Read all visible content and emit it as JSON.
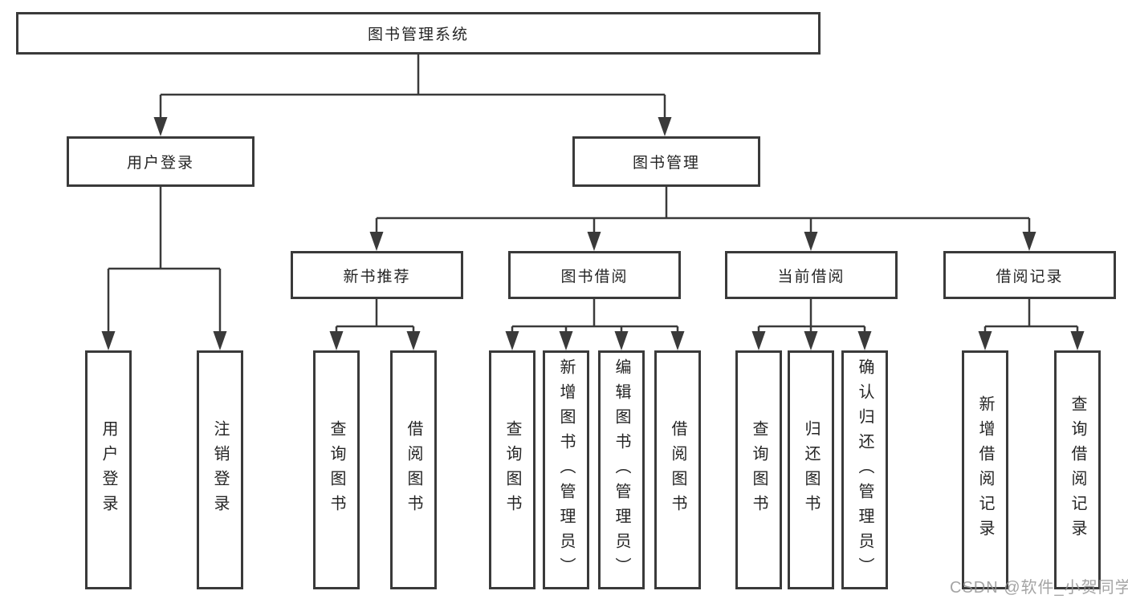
{
  "diagram_title": "图书管理系统",
  "tree": {
    "label": "图书管理系统",
    "children": [
      {
        "label": "用户登录",
        "children": [
          {
            "label": "用户登录"
          },
          {
            "label": "注销登录"
          }
        ]
      },
      {
        "label": "图书管理",
        "children": [
          {
            "label": "新书推荐",
            "children": [
              {
                "label": "查询图书"
              },
              {
                "label": "借阅图书"
              }
            ]
          },
          {
            "label": "图书借阅",
            "children": [
              {
                "label": "查询图书"
              },
              {
                "label": "新增图书（管理员）"
              },
              {
                "label": "编辑图书（管理员）"
              },
              {
                "label": "借阅图书"
              }
            ]
          },
          {
            "label": "当前借阅",
            "children": [
              {
                "label": "查询图书"
              },
              {
                "label": "归还图书"
              },
              {
                "label": "确认归还（管理员）"
              }
            ]
          },
          {
            "label": "借阅记录",
            "children": [
              {
                "label": "新增借阅记录"
              },
              {
                "label": "查询借阅记录"
              }
            ]
          }
        ]
      }
    ]
  },
  "watermark": "CSDN @软件_小贺同学",
  "colors": {
    "line": "#3a3a3a",
    "text": "#252525",
    "background": "#ffffff",
    "watermark": "#949494"
  }
}
